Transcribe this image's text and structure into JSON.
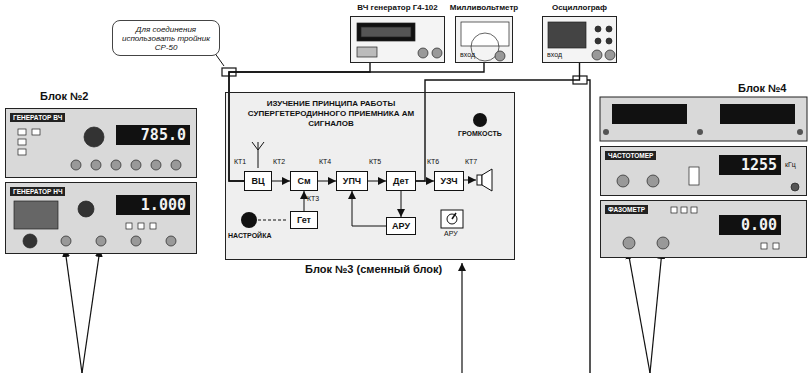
{
  "diagram": {
    "nodes": [
      {
        "text": [
          "ВЧ генератор Г4-102"
        ]
      },
      {
        "text": [
          "Милливольтметр",
          "вход"
        ]
      },
      {
        "text": [
          "Осциллограф",
          "вход"
        ]
      },
      {
        "text": [
          "Для соединения использовать тройник СР-50"
        ]
      },
      {
        "text": [
          "ГЕНЕРАТОР ВЧ",
          "785.0"
        ]
      },
      {
        "text": [
          "ГЕНЕРАТОР НЧ",
          "1.000"
        ]
      },
      {
        "text": [
          "ИЗУЧЕНИЕ ПРИНЦИПА РАБОТЫ СУПЕРГЕТЕРОДИННОГО ПРИЕМНИКА АМ СИГНАЛОВ"
        ]
      },
      {
        "text": [
          "ВЦ"
        ],
        "in": 6
      },
      {
        "text": [
          "См"
        ],
        "in": 6
      },
      {
        "text": [
          "УПЧ"
        ],
        "in": 6
      },
      {
        "text": [
          "Дет"
        ],
        "in": 6
      },
      {
        "text": [
          "УЗЧ"
        ],
        "in": 6
      },
      {
        "text": [
          "Гет"
        ],
        "in": 6
      },
      {
        "text": [
          "АРУ"
        ],
        "in": 6
      },
      {
        "text": [
          "ЧАСТОТОМЕР",
          "1255",
          "кГц"
        ]
      },
      {
        "text": [
          "ФАЗОМЕТР",
          "0.00"
        ]
      }
    ],
    "edges": [
      {
        "from": 7,
        "to": 8,
        "arrow": "to"
      },
      {
        "from": 8,
        "to": 9,
        "arrow": "to"
      },
      {
        "from": 9,
        "to": 10,
        "arrow": "to"
      },
      {
        "from": 10,
        "to": 11,
        "arrow": "to"
      },
      {
        "from": 12,
        "to": 8,
        "arrow": "to"
      },
      {
        "from": 10,
        "to": 13,
        "arrow": "to"
      },
      {
        "from": 13,
        "to": 9,
        "arrow": "to"
      },
      {
        "from": 0,
        "to": 7,
        "arrow": "none"
      },
      {
        "from": 1,
        "to": 7,
        "arrow": "none"
      },
      {
        "from": 2,
        "to": 10,
        "arrow": "none"
      }
    ],
    "labels": [
      "Блок №2",
      "Блок №4",
      "Блок №3 (сменный блок)",
      "КТ1",
      "КТ2",
      "КТ3",
      "КТ4",
      "КТ5",
      "КТ6",
      "КТ7",
      "НАСТРОЙКА",
      "ГРОМКОСТЬ",
      "АРУ"
    ]
  }
}
